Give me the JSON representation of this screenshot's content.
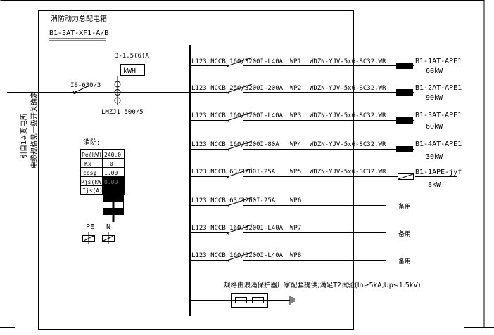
{
  "panel": {
    "title": "消防动力总配电箱",
    "code": "B1-3AT-XF1-A/B"
  },
  "incoming": {
    "side_note_1": "引自1#变电所",
    "side_note_2": "电缆规格见一级开关确定",
    "isolator": "IS-630/3",
    "meter_spec": "3-1.5(6)A",
    "meter_label": "kWH",
    "ct_spec": "LMZJ1-500/5"
  },
  "load_table": {
    "heading": "消防:",
    "rows": [
      {
        "key": "Pe(kW)",
        "value": "240.0"
      },
      {
        "key": "Kx",
        "value": "0"
      },
      {
        "key": "cosφ",
        "value": "1.00"
      },
      {
        "key": "Pjs(kW)",
        "value": "0.00"
      },
      {
        "key": "Ijs(A)",
        "value": ""
      }
    ]
  },
  "terminals": {
    "pe": "PE",
    "n": "N"
  },
  "circuits": [
    {
      "breaker": "L123 NCCB 160/3200I-L40A",
      "id": "WP1",
      "cable": "WDZN-YJV-5x6-SC32,WR",
      "dest": "B1-1AT-APE1",
      "power": "60kW"
    },
    {
      "breaker": "L123 NCCB 250/3200I-200A",
      "id": "WP2",
      "cable": "WDZN-YJV-5x6-SC32,WR",
      "dest": "B1-2AT-APE1",
      "power": "90kW"
    },
    {
      "breaker": "L123 NCCB 160/3200I-L40A",
      "id": "WP3",
      "cable": "WDZN-YJV-5x6-SC32,WR",
      "dest": "B1-3AT-APE1",
      "power": "60kW"
    },
    {
      "breaker": "L123 NCCB 160/3200I-80A",
      "id": "WP4",
      "cable": "WDZN-YJV-5x6-SC32,WR",
      "dest": "B1-4AT-APE1",
      "power": "30kW"
    },
    {
      "breaker": "L123 NCCB 63/3200I-25A",
      "id": "WP5",
      "cable": "WDZN-YJV-5x6-SC32,WR",
      "dest": "B1-1APE-jyf",
      "power": "8kW"
    },
    {
      "breaker": "L123 NCCB 63/3200I-25A",
      "id": "WP6",
      "cable": "",
      "dest": "备用",
      "power": ""
    },
    {
      "breaker": "L123 NCCB 160/3200I-L40A",
      "id": "WP7",
      "cable": "",
      "dest": "备用",
      "power": ""
    },
    {
      "breaker": "L123 NCCB 160/3200I-L40A",
      "id": "WP8",
      "cable": "",
      "dest": "备用",
      "power": ""
    }
  ],
  "spd_note": "规格由浪涌保护器厂家配套提供;满足T2试验(In≥5kA;Up≤1.5kV)"
}
